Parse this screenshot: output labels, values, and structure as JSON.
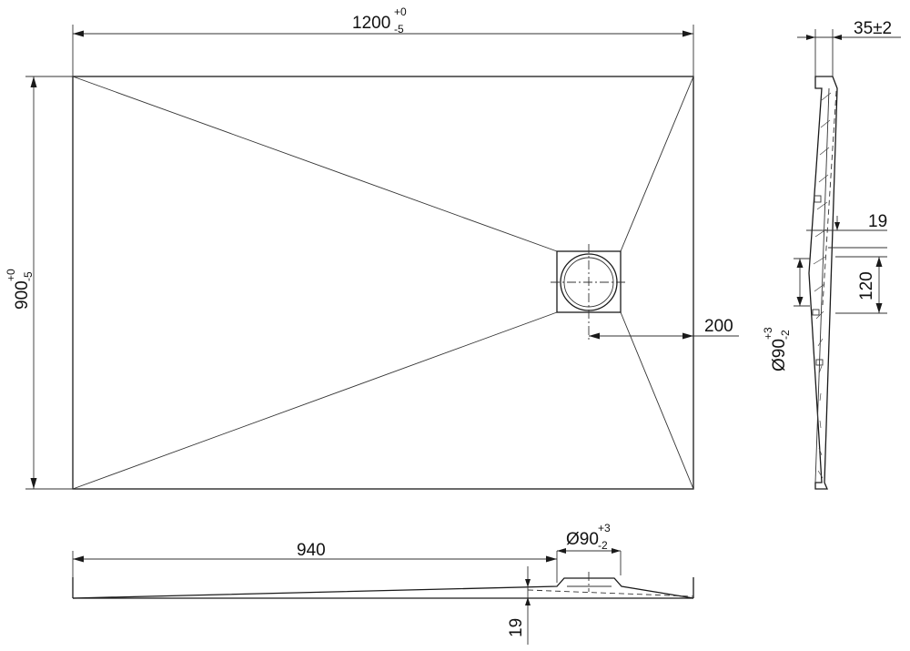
{
  "plan_view": {
    "width": {
      "nominal": "1200",
      "upper_tol": "+0",
      "lower_tol": "-5"
    },
    "height": {
      "nominal": "900",
      "upper_tol": "+0",
      "lower_tol": "-5"
    },
    "drain_offset": "200"
  },
  "side_profile": {
    "thickness": "35±2",
    "drop": "19",
    "drain_zone": "120",
    "drain_diameter": {
      "nominal": "Ø90",
      "upper_tol": "+3",
      "lower_tol": "-2"
    }
  },
  "front_section": {
    "drain_distance": "940",
    "drop": "19",
    "drain_diameter": {
      "nominal": "Ø90",
      "upper_tol": "+3",
      "lower_tol": "-2"
    }
  }
}
